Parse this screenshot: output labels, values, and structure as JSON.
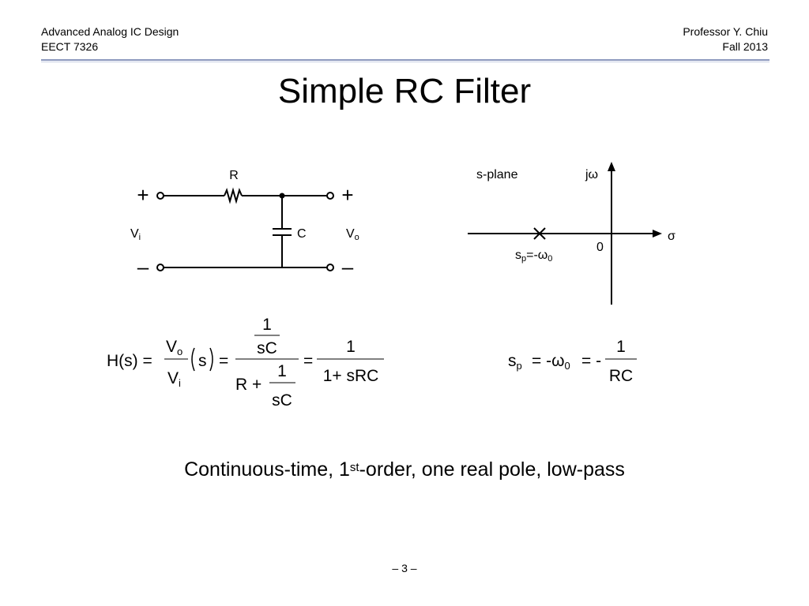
{
  "header": {
    "course_title": "Advanced Analog IC Design",
    "course_code": "EECT 7326",
    "professor": "Professor Y. Chiu",
    "term": "Fall 2013"
  },
  "slide": {
    "title": "Simple RC Filter"
  },
  "circuit": {
    "resistor_label": "R",
    "capacitor_label": "C",
    "input_label_main": "V",
    "input_label_sub": "i",
    "output_label_main": "V",
    "output_label_sub": "o",
    "plus_sign": "+",
    "minus_sign": "–"
  },
  "s_plane": {
    "plane_label": "s-plane",
    "imag_axis_label": "jω",
    "real_axis_label": "σ",
    "origin_label": "0",
    "pole_label_s": "s",
    "pole_label_p": "p",
    "pole_label_eq": "=-ω",
    "pole_label_0": "0"
  },
  "transfer_function": {
    "lhs": "H(s) =",
    "vo_main": "V",
    "vo_sub": "o",
    "vi_main": "V",
    "vi_sub": "i",
    "s_paren": "s",
    "equals": "=",
    "num_one": "1",
    "num_sC": "sC",
    "den_R": "R +",
    "den_one": "1",
    "den_sC": "sC",
    "rhs_num": "1",
    "rhs_den": "1+ sRC"
  },
  "pole_equation": {
    "s": "s",
    "p": "p",
    "eq1": "= -ω",
    "zero": "0",
    "eq2": "= -",
    "num": "1",
    "den": "RC"
  },
  "summary": {
    "prefix": "Continuous-time, 1",
    "superscript": "st",
    "suffix": "-order, one real pole, low-pass"
  },
  "footer": {
    "page_number": "– 3 –"
  }
}
